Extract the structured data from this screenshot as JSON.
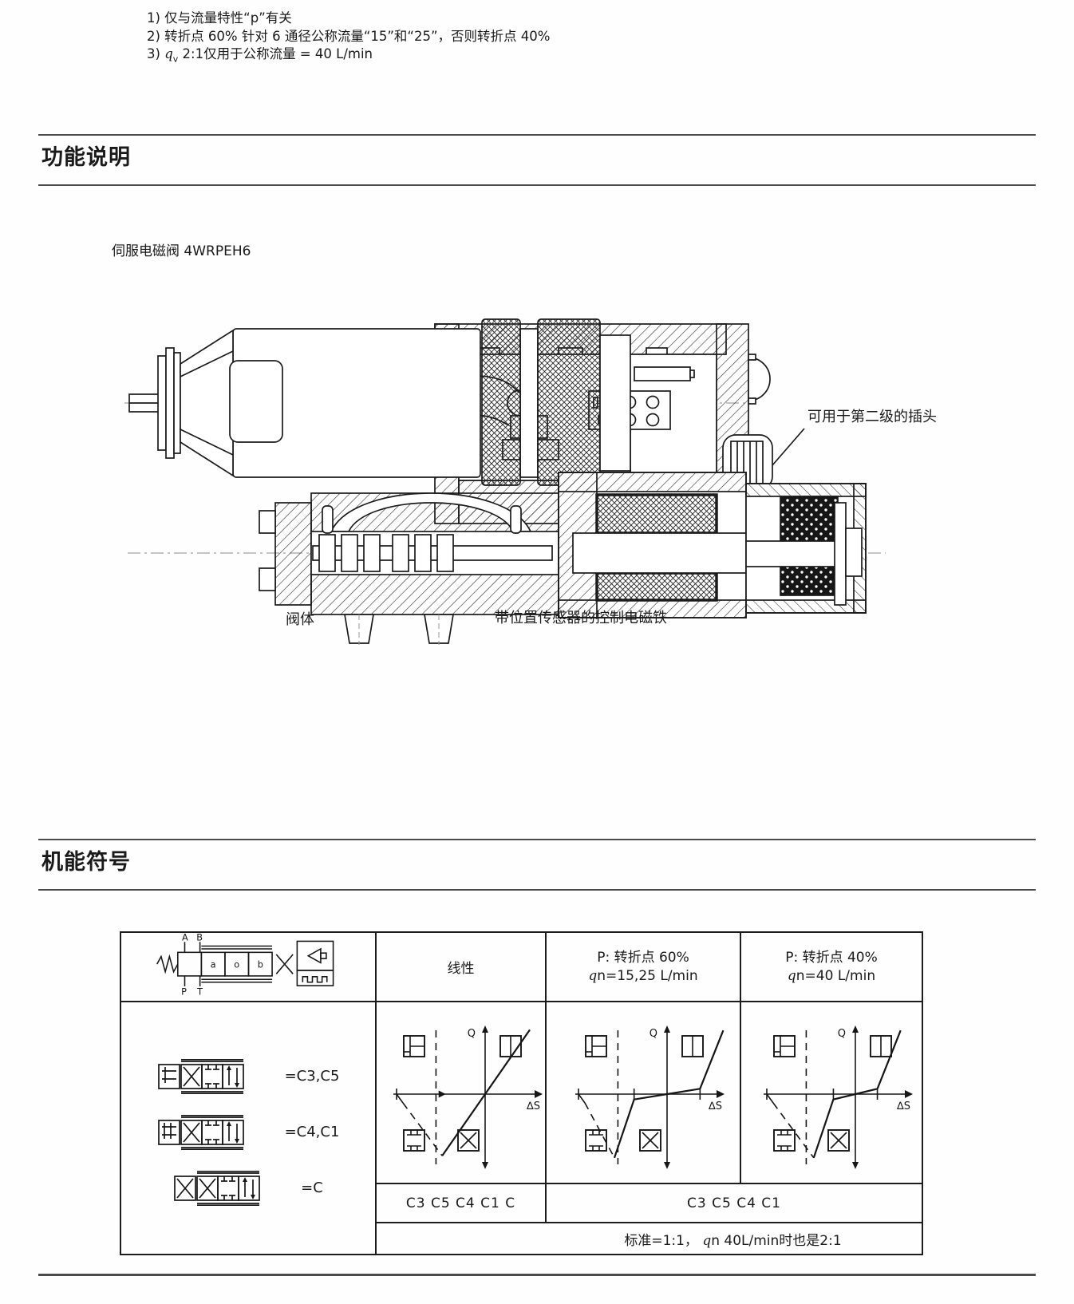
{
  "colors": {
    "ink": "#1a1a1a"
  },
  "notes": {
    "line1": "1) 仅与流量特性“p”有关",
    "line2": "2) 转折点 60% 针对 6 通径公称流量“15”和“25”，否则转折点 40%",
    "line3_prefix": "3) ",
    "line3_q": "q",
    "line3_sub": "v",
    "line3_rest": " 2:1仅用于公称流量 = 40 L/min"
  },
  "sections": {
    "function_title": "功能说明",
    "symbols_title": "机能符号"
  },
  "figure": {
    "caption": "伺服电磁阀 4WRPEH6",
    "label_plug": "可用于第二级的插头",
    "label_valve_body": "阀体",
    "label_solenoid": "带位置传感器的控制电磁铁"
  },
  "table": {
    "header": {
      "symbol_ports": [
        "A",
        "B",
        "P",
        "T"
      ],
      "symbol_positions": [
        "a",
        "o",
        "b"
      ],
      "col2": "线性",
      "col3_line1": "P: 转折点 60%",
      "col3_q": "q",
      "col3_line2_rest": "n=15,25 L/min",
      "col4_line1": "P: 转折点 40%",
      "col4_q": "q",
      "col4_line2_rest": "n=40 L/min"
    },
    "spools": [
      {
        "label": "=C3,C5"
      },
      {
        "label": "=C4,C1"
      },
      {
        "label": "=C"
      }
    ],
    "row_codes": {
      "linear": "C3 C5 C4 C1 C",
      "kinked": "C3 C5 C4 C1"
    },
    "footer": {
      "prefix": "标准=1:1， ",
      "q": "q",
      "rest": "n 40L/min时也是2:1"
    }
  },
  "chart_data": [
    {
      "type": "line",
      "name": "linear",
      "title": "线性",
      "xlabel": "∆S",
      "ylabel": "Q",
      "kink_pct": 0,
      "spool_codes": "C3 C5 C4 C1 C"
    },
    {
      "type": "line",
      "name": "kink60",
      "title": "P: 转折点 60% qn=15,25 L/min",
      "xlabel": "∆S",
      "ylabel": "Q",
      "kink_pct": 60,
      "spool_codes": "C3 C5 C4 C1"
    },
    {
      "type": "line",
      "name": "kink40",
      "title": "P: 转折点 40% qn=40 L/min",
      "xlabel": "∆S",
      "ylabel": "Q",
      "kink_pct": 40,
      "spool_codes": "C3 C5 C4 C1"
    }
  ]
}
